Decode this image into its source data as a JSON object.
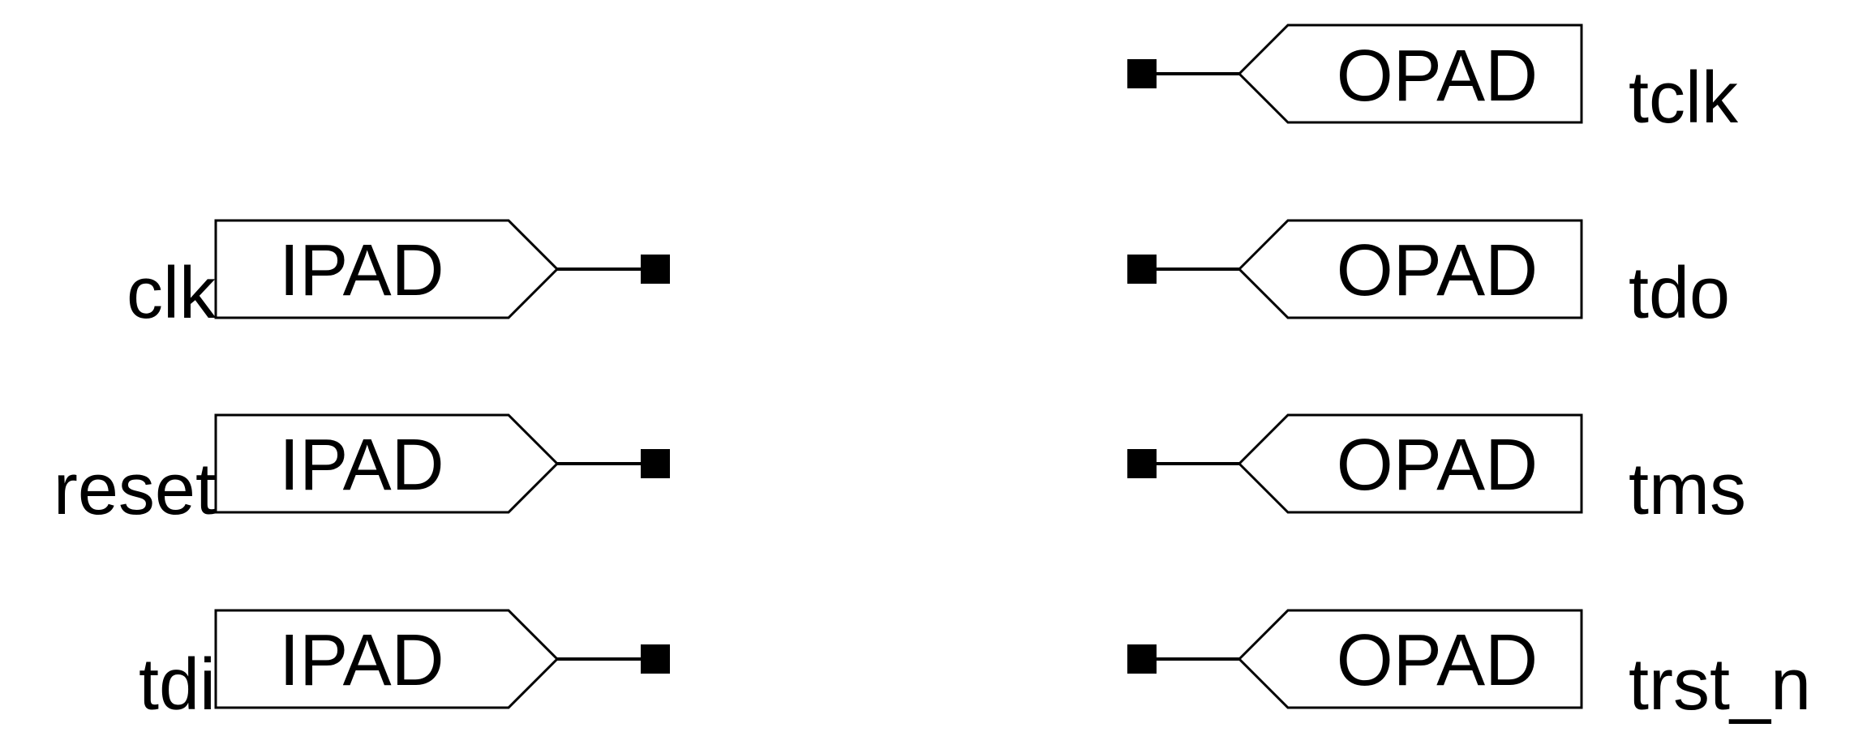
{
  "inputs": [
    {
      "pin": "clk",
      "pad": "IPAD"
    },
    {
      "pin": "reset",
      "pad": "IPAD"
    },
    {
      "pin": "tdi",
      "pad": "IPAD"
    }
  ],
  "outputs": [
    {
      "pin": "tclk",
      "pad": "OPAD"
    },
    {
      "pin": "tdo",
      "pad": "OPAD"
    },
    {
      "pin": "tms",
      "pad": "OPAD"
    },
    {
      "pin": "trst_n",
      "pad": "OPAD"
    }
  ],
  "colors": {
    "stroke": "#000000",
    "background": "#ffffff"
  }
}
